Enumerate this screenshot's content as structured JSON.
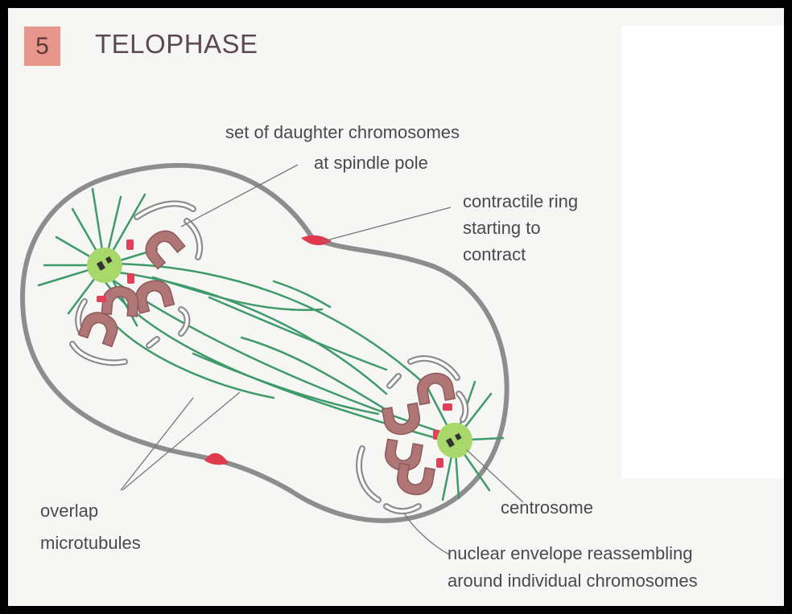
{
  "header": {
    "step_number": "5",
    "title": "TELOPHASE"
  },
  "labels": {
    "daughter_chromosomes_line1": "set of daughter chromosomes",
    "daughter_chromosomes_line2": "at spindle pole",
    "contractile_ring_line1": "contractile ring",
    "contractile_ring_line2": "starting to",
    "contractile_ring_line3": "contract",
    "overlap_line1": "overlap",
    "overlap_line2": "microtubules",
    "centrosome": "centrosome",
    "nuclear_envelope_line1": "nuclear envelope reassembling",
    "nuclear_envelope_line2": "around individual chromosomes"
  },
  "colors": {
    "cell_outline": "#8d8d8f",
    "microtubule": "#3f9a6a",
    "centrosome": "#a8d86a",
    "chromosome": "#b07676",
    "kinetochore": "#e0405a",
    "contractile_ring": "#e03a4e",
    "envelope": "#8d8d8f"
  }
}
